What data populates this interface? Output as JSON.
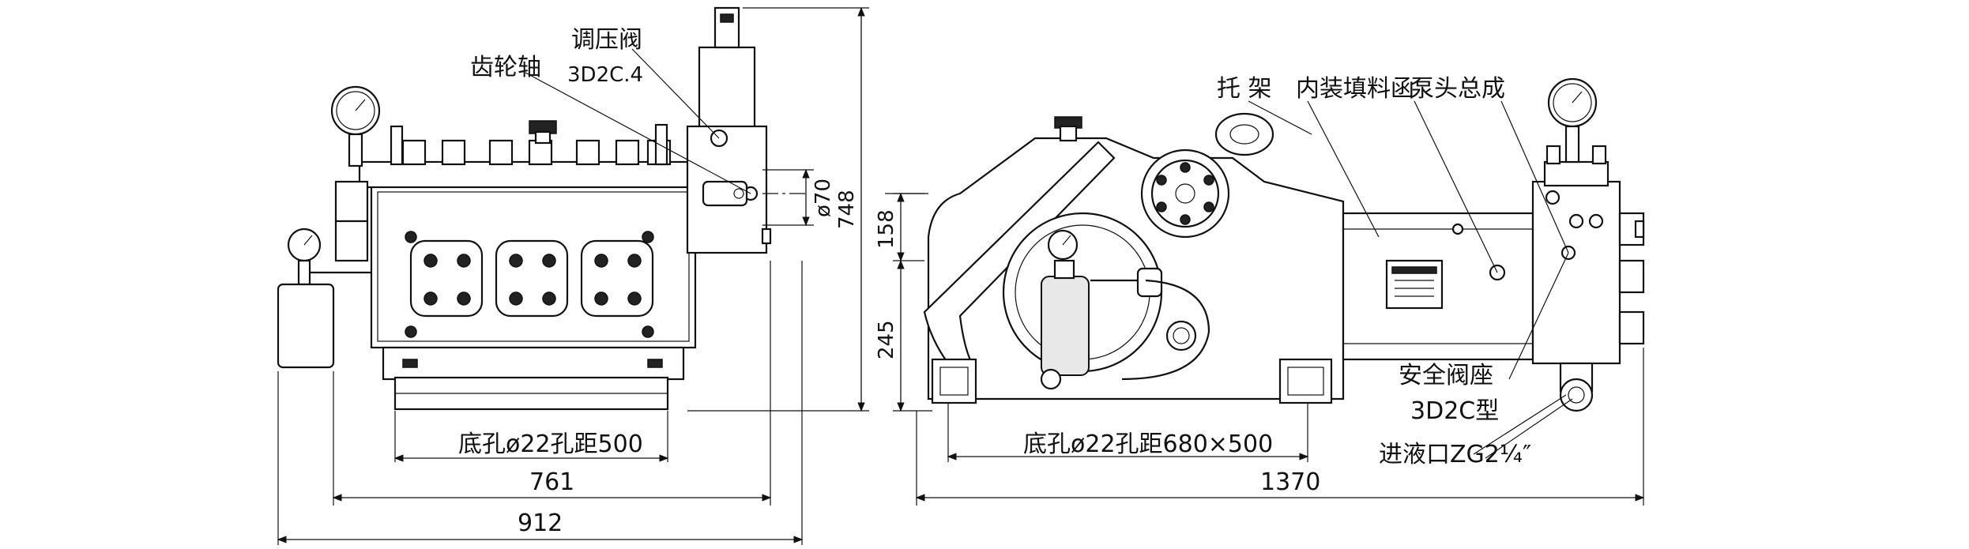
{
  "labels": {
    "gear_shaft": "齿轮轴",
    "pressure_valve": "调压阀",
    "pressure_valve_model": "3D2C.4",
    "bracket": "托 架",
    "packing_box": "内装填料函",
    "pump_head": "泵头总成",
    "safety_valve": "安全阀座",
    "safety_valve_model": "3D2C型",
    "inlet": "进液口ZG2¼″"
  },
  "dimensions": {
    "shaft_dia": "ø70",
    "height_total": "748",
    "height_158": "158",
    "height_245": "245",
    "holes_front": "底孔ø22孔距500",
    "holes_side": "底孔ø22孔距680×500",
    "width_761": "761",
    "width_912": "912",
    "length_1370": "1370"
  }
}
